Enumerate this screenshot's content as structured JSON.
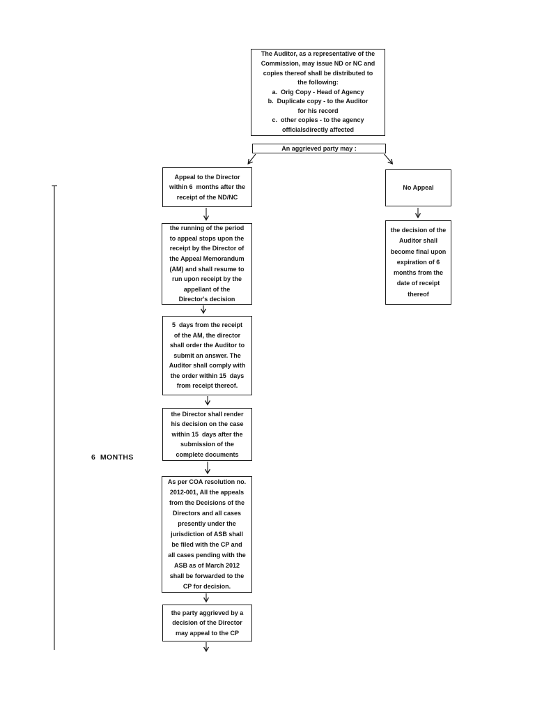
{
  "page": {
    "background": "#ffffff",
    "ink": "#161616",
    "border": "#1b1b1b"
  },
  "flowchart": {
    "auditor_box": "The Auditor, as a representative of the\nCommission, may issue ND or NC and\ncopies thereof shall be distributed to\nthe following:\na.  Orig Copy - Head of Agency\nb.  Duplicate copy - to the Auditor\nfor his record\nc.  other copies - to the agency\nofficialsdirectly affected",
    "aggrieved_box": "An aggrieved party may :",
    "appeal_box": "Appeal to the Director\nwithin 6  months after the\nreceipt of the ND/NC",
    "no_appeal_box": "No Appeal",
    "running_box": "the running of the period\nto appeal stops upon the\nreceipt by the Director of\nthe Appeal Memorandum\n(AM) and shall resume to\nrun upon receipt by the\nappellant of the\nDirector's decision",
    "decision_final_box": "the decision of the\nAuditor shall\nbecome final upon\nexpiration of 6\nmonths from the\ndate of receipt\nthereof",
    "five_days_box": "5  days from the receipt\nof the AM, the director\nshall order the Auditor to\nsubmit an answer. The\nAuditor shall comply with\nthe order within 15  days\nfrom receipt thereof.",
    "director_render_box": "the Director shall render\nhis decision on the case\nwithin 15  days after the\nsubmission of the\ncomplete documents",
    "coa_box": "As per COA resolution no.\n2012-001, All the appeals\nfrom the Decisions of the\nDirectors and all cases\npresently under the\njurisdiction of ASB shall\nbe filed with the CP and\nall cases pending with the\nASB as of March 2012\nshall be forwarded to the\nCP for decision.",
    "party_aggrieved_box": "the party aggrieved by a\ndecision of the Director\nmay appeal to the CP",
    "six_months_label": "6  MONTHS"
  }
}
